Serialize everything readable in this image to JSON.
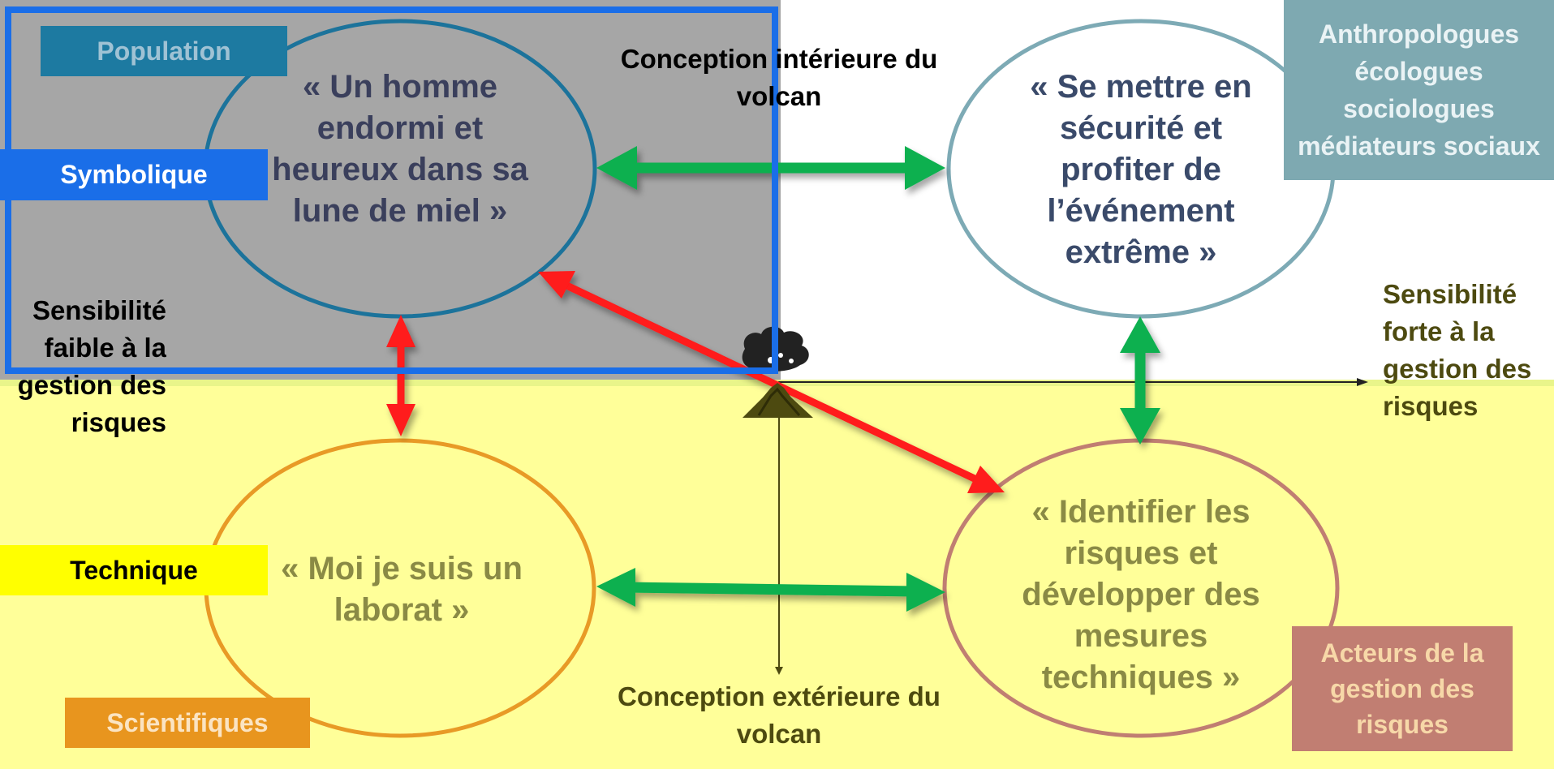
{
  "quadrants": {
    "top_left_text": "« Un homme endormi et heureux dans sa lune de miel »",
    "top_right_text": "« Se mettre en sécurité et profiter de l’événement extrême »",
    "bottom_left_text": "« Moi je suis un laborat »",
    "bottom_right_text": "« Identifier les risques et développer des mesures techniques »"
  },
  "labels": {
    "population": "Population",
    "symbolique": "Symbolique",
    "technique": "Technique",
    "scientifiques": "Scientifiques",
    "anthropologues": "Anthropologues écologues sociologues médiateurs sociaux",
    "acteurs": "Acteurs de la gestion des risques"
  },
  "axes": {
    "top": "Conception intérieure du volcan",
    "bottom": "Conception extérieure du volcan",
    "left": "Sensibilité faible à la gestion des risques",
    "right": "Sensibilité forte à la gestion des risques"
  },
  "colors": {
    "frame_blue": "#1a6ee8",
    "green_arrow": "#0ab04f",
    "red_arrow": "#ff1a1a",
    "bottom_bg": "#ffff99",
    "top_left_bg": "#a6a6a6"
  },
  "icons": [
    "volcano-icon"
  ]
}
